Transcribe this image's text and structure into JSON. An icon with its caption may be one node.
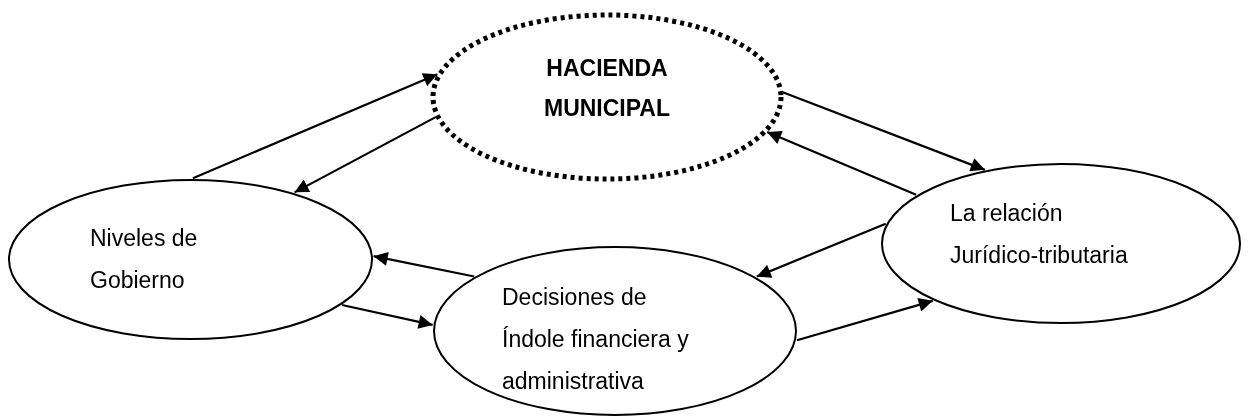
{
  "diagram": {
    "nodes": [
      {
        "text": [
          "HACIENDA MUNICIPAL"
        ]
      },
      {
        "text": [
          "Niveles de Gobierno"
        ]
      },
      {
        "text": [
          "Decisiones de Índole financiera y administrativa"
        ]
      },
      {
        "text": [
          "La relación Jurídico-tributaria"
        ]
      }
    ],
    "edges": [
      {
        "from": 1,
        "to": 0,
        "arrow": "to"
      },
      {
        "from": 0,
        "to": 1,
        "arrow": "to"
      },
      {
        "from": 0,
        "to": 3,
        "arrow": "to"
      },
      {
        "from": 3,
        "to": 0,
        "arrow": "to"
      },
      {
        "from": 3,
        "to": 2,
        "arrow": "to"
      },
      {
        "from": 2,
        "to": 1,
        "arrow": "to"
      },
      {
        "from": 1,
        "to": 2,
        "arrow": "to"
      },
      {
        "from": 2,
        "to": 3,
        "arrow": "to"
      }
    ]
  }
}
